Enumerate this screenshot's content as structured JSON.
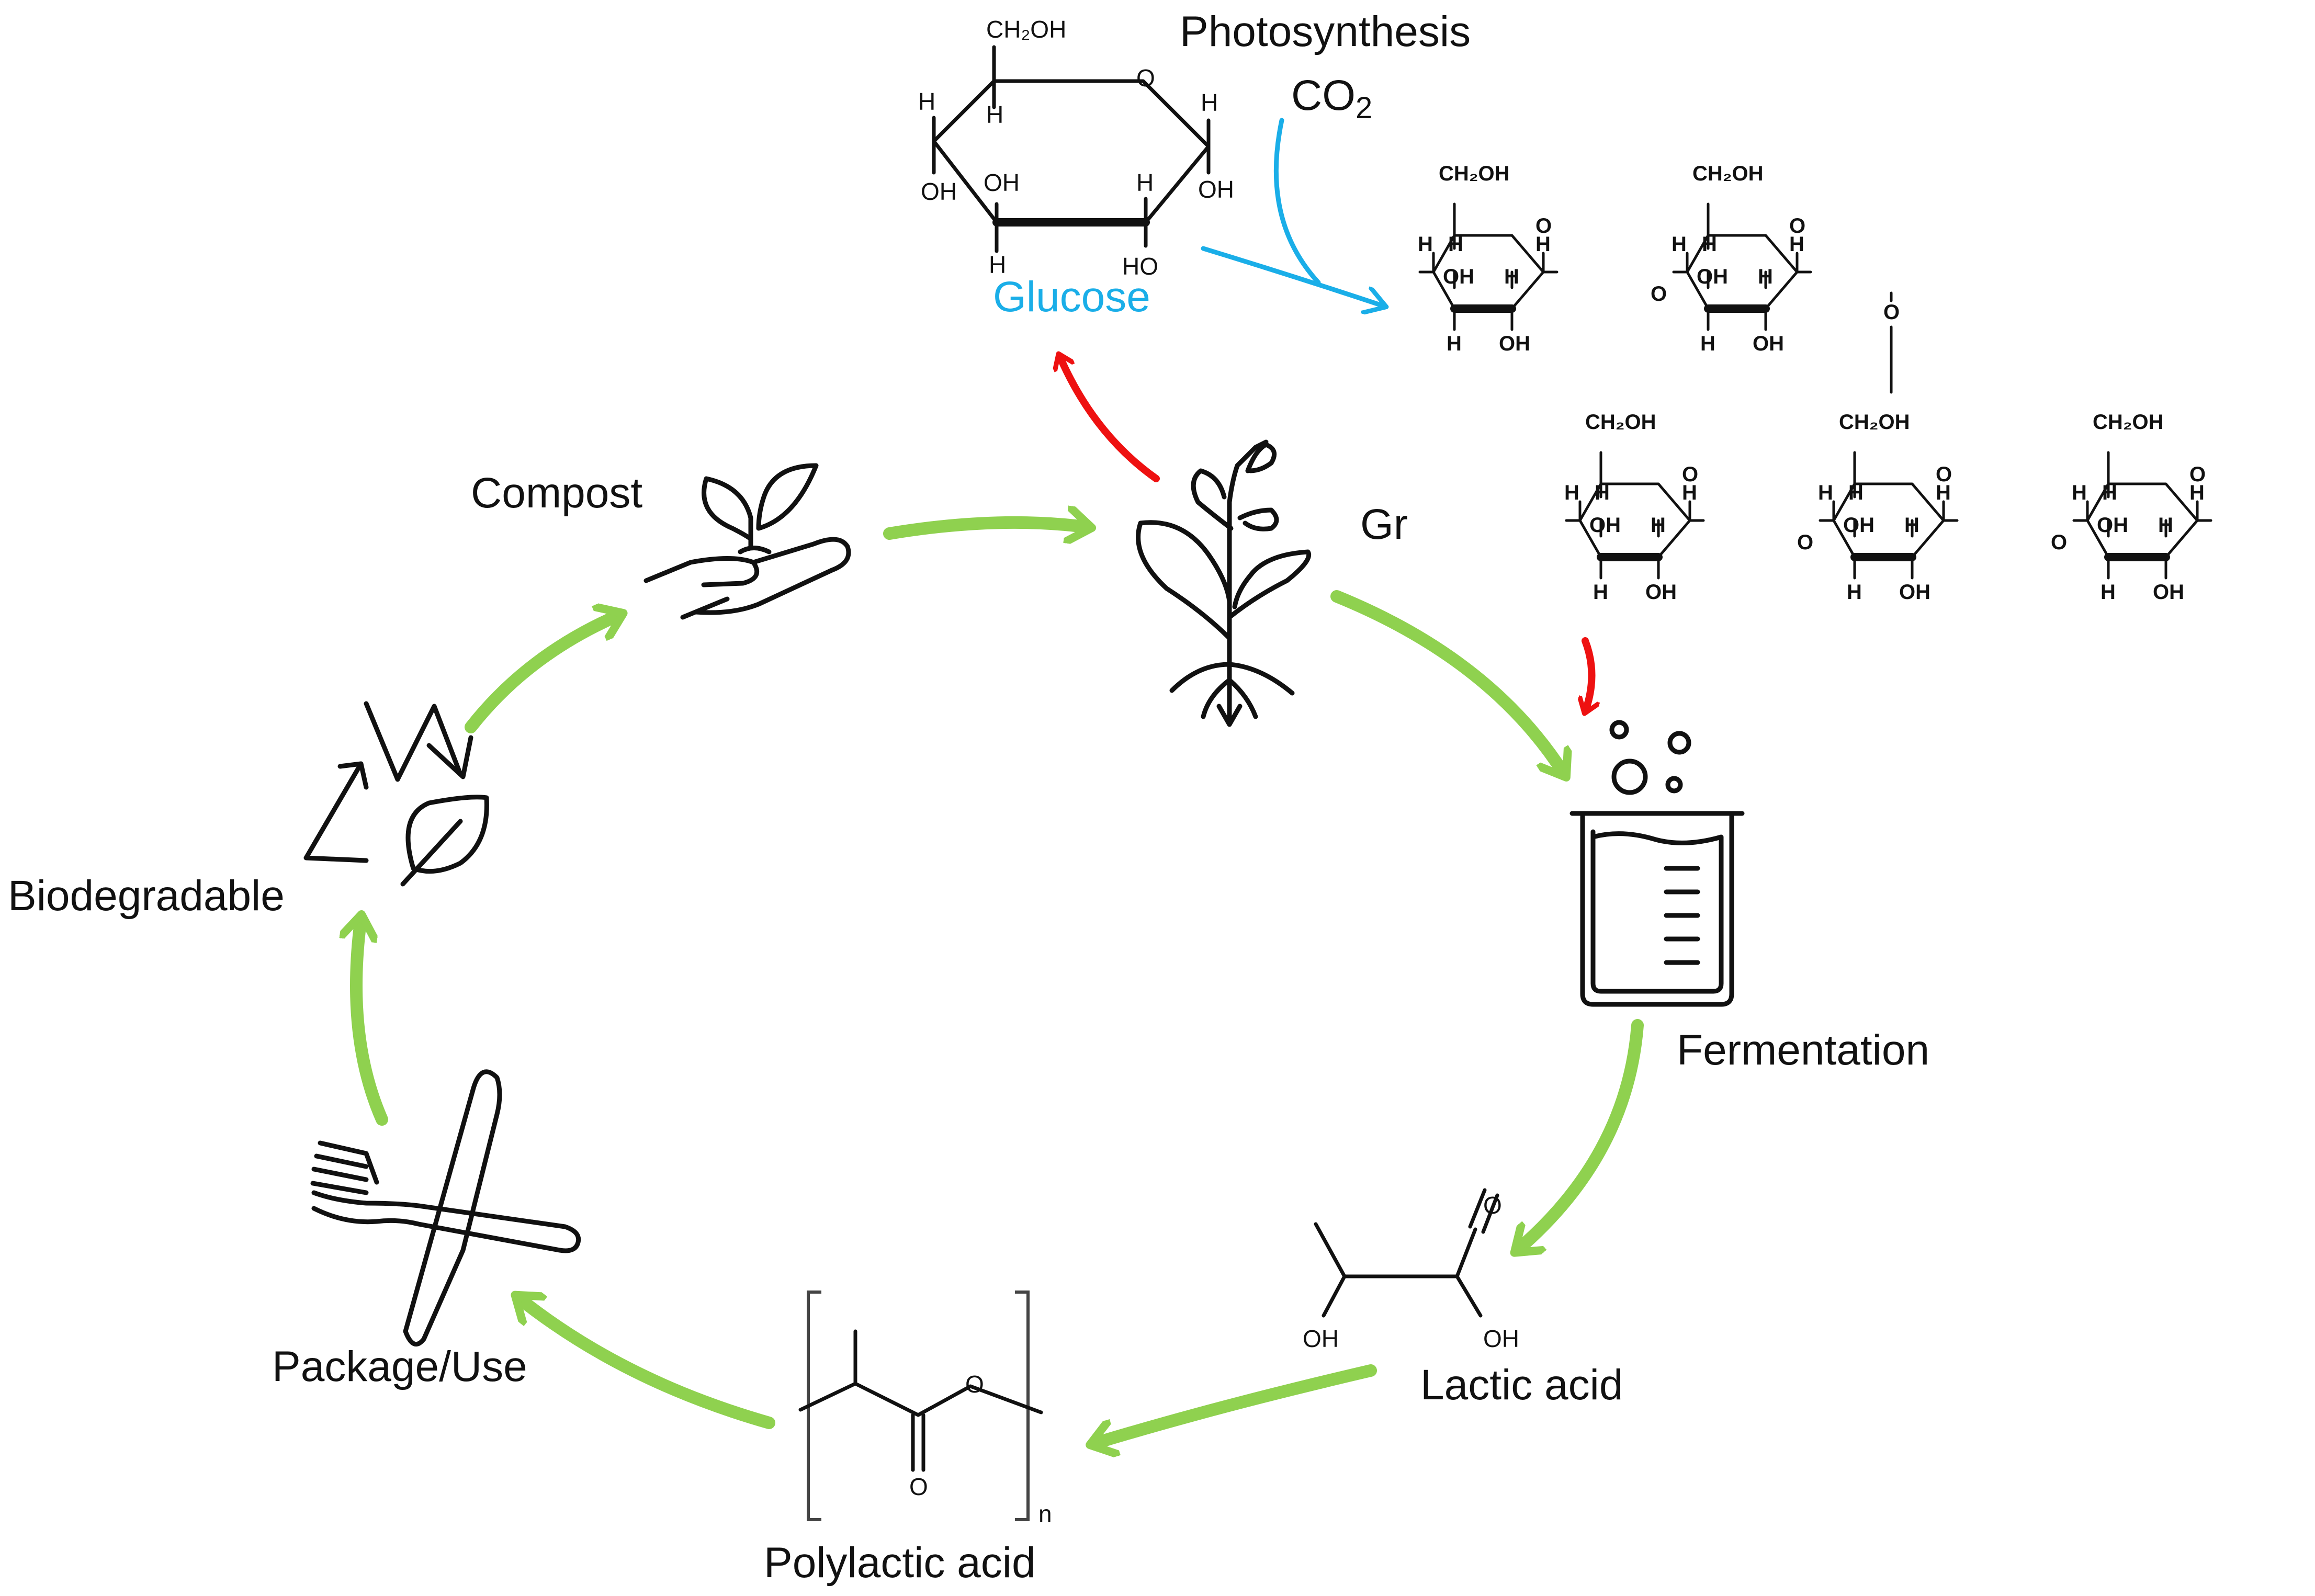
{
  "diagram": {
    "stages": {
      "compost": "Compost",
      "grow": "Gr",
      "fermentation": "Fermentation",
      "lactic_acid": "Lactic acid",
      "polylactic_acid": "Polylactic acid",
      "package_use": "Package/Use",
      "biodegradable": "Biodegradable"
    },
    "photosynthesis": {
      "title": "Photosynthesis",
      "co2_base": "CO",
      "co2_subscript": "2",
      "glucose_label": "Glucose"
    },
    "glucose_atoms": {
      "ch2oh": "CH₂OH",
      "o": "O",
      "h": "H",
      "oh": "OH",
      "ho": "HO"
    },
    "starch_atoms": {
      "ch2oh": "CH₂OH",
      "o": "O",
      "h": "H",
      "oh": "OH"
    },
    "lactic_atoms": {
      "o": "O",
      "oh": "OH"
    },
    "pla_atoms": {
      "o": "O",
      "n": "n"
    },
    "colors": {
      "cycle_arrow": "#8fd14f",
      "highlight_arrow": "#ee1111",
      "photosynthesis_arrow": "#1aaee8",
      "glucose_label": "#1aaee8"
    }
  }
}
